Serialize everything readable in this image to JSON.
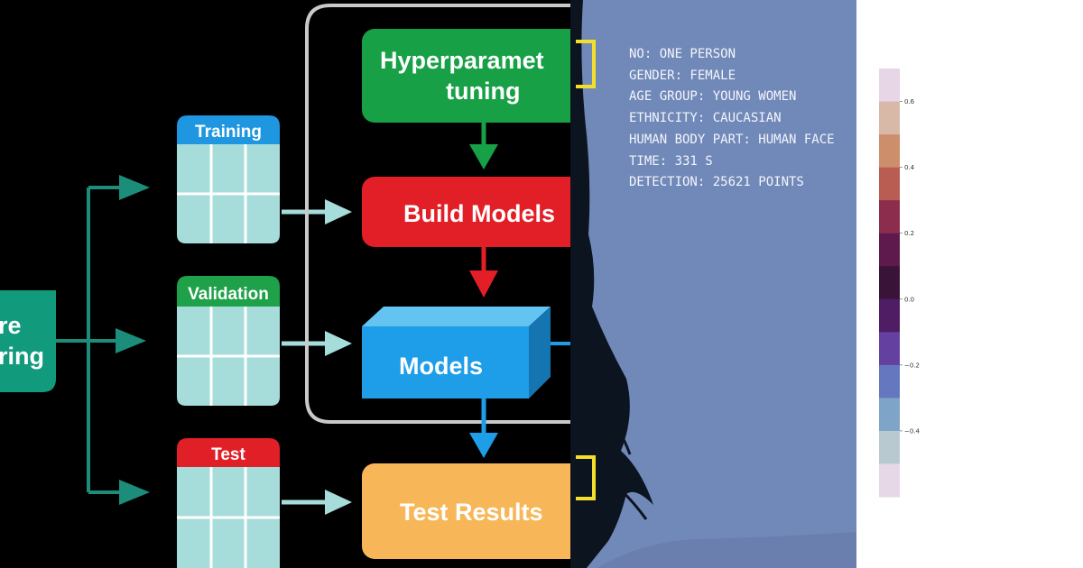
{
  "flowchart": {
    "feature_engineering_label": [
      "re",
      "ring"
    ],
    "hyperparameter_label": [
      "Hyperparamet",
      "tuning"
    ],
    "build_models_label": "Build Models",
    "models_label": "Models",
    "test_results_label": "Test Results",
    "datasets": [
      {
        "label": "Training",
        "header_color": "#1e96e0"
      },
      {
        "label": "Validation",
        "header_color": "#1fa14a"
      },
      {
        "label": "Test",
        "header_color": "#e01f26"
      }
    ],
    "colors": {
      "hyperparameter_box": "#17a046",
      "build_box": "#e21f26",
      "models_box": "#1e9de8",
      "results_box": "#f7b758",
      "feature_box": "#119a7c",
      "table_cells": "#a6dcda",
      "connector_teal": "#1c8d7a",
      "arrow_light": "#a6dcda",
      "frame": "#c9c9c9"
    }
  },
  "photo": {
    "hud_lines": [
      "NO: ONE PERSON",
      "GENDER: FEMALE",
      "AGE GROUP: YOUNG WOMEN",
      "ETHNICITY: CAUCASIAN",
      "HUMAN BODY PART: HUMAN FACE",
      "TIME: 331 S",
      "DETECTION: 25621 POINTS"
    ],
    "bracket_color": "#f4de2a",
    "background_color": "#7189b9"
  },
  "colorbar": {
    "range": [
      -0.6,
      0.7
    ],
    "ticks": [
      {
        "value": 0.6,
        "label": "0.6"
      },
      {
        "value": 0.4,
        "label": "0.4"
      },
      {
        "value": 0.2,
        "label": "0.2"
      },
      {
        "value": 0.0,
        "label": "0.0"
      },
      {
        "value": -0.2,
        "label": "−0.2"
      },
      {
        "value": -0.4,
        "label": "−0.4"
      }
    ],
    "band_colors": [
      "#e6d6e6",
      "#d8b9a8",
      "#cd8e6c",
      "#b95d53",
      "#8c2d4e",
      "#5e1a4c",
      "#3a1438",
      "#4e1d64",
      "#6440a0",
      "#6477bf",
      "#7ea4c8",
      "#b9c9d0",
      "#e6d8e6"
    ]
  }
}
